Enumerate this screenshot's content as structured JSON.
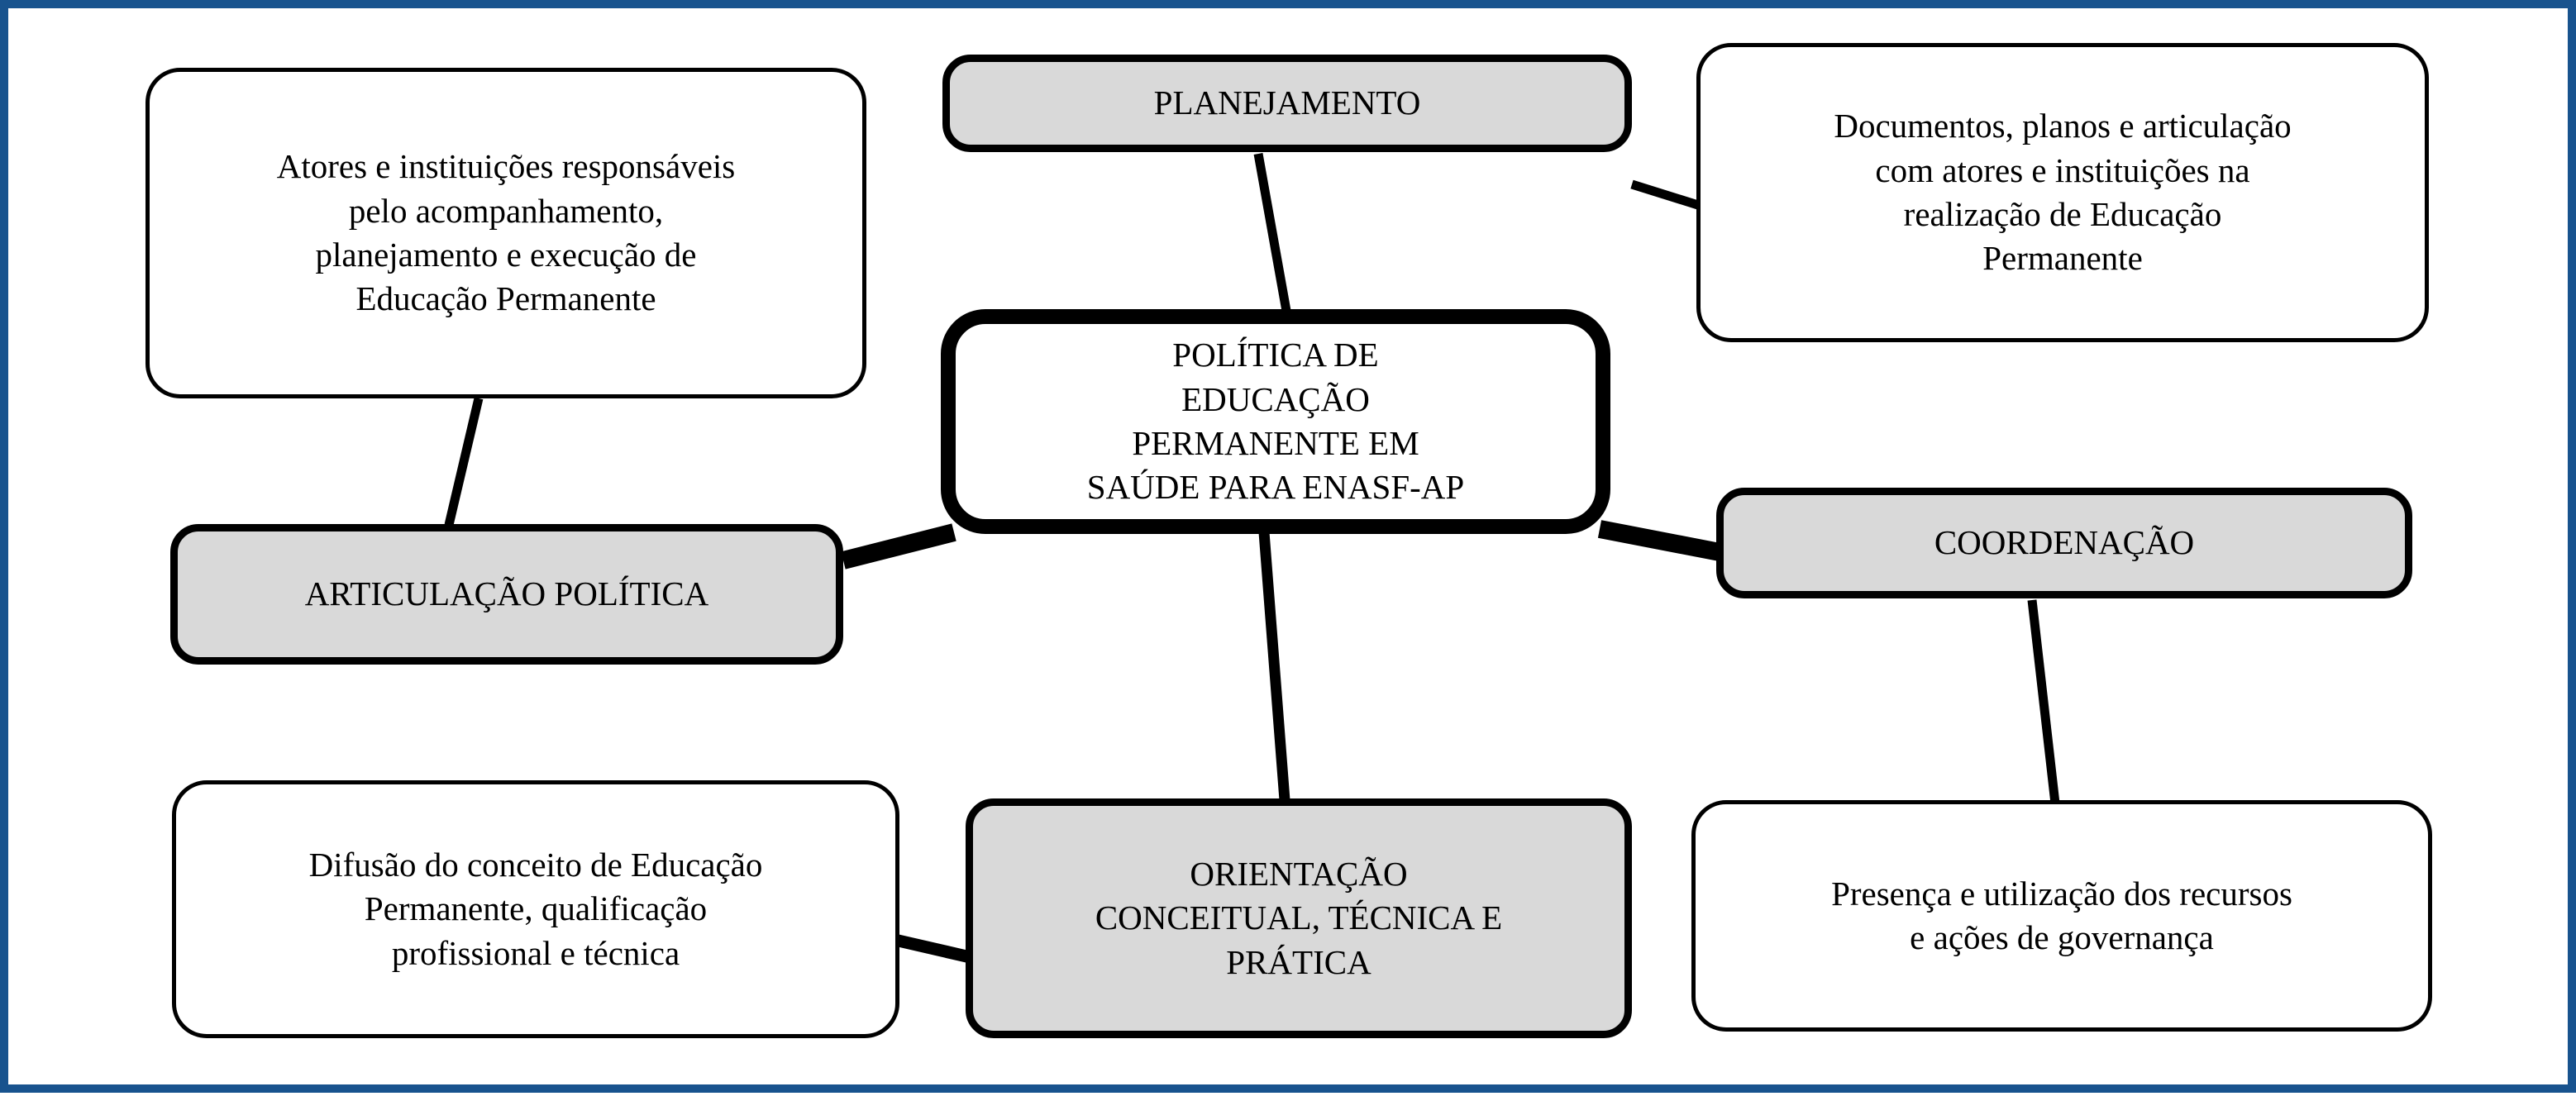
{
  "diagram": {
    "title_node": {
      "id": "politica",
      "label": "POLÍTICA DE\nEDUCAÇÃO\nPERMANENTE EM\nSAÚDE PARA ENASF-AP"
    },
    "frame_color": "#18538e",
    "fill_gray": "#d9d9d9",
    "fill_white": "#ffffff",
    "stroke_color": "#000000",
    "category_nodes": [
      {
        "id": "planejamento",
        "label": "PLANEJAMENTO"
      },
      {
        "id": "articulacao-politica",
        "label": "ARTICULAÇÃO POLÍTICA"
      },
      {
        "id": "coordenacao",
        "label": "COORDENAÇÃO"
      },
      {
        "id": "orientacao",
        "label": "ORIENTAÇÃO\nCONCEITUAL, TÉCNICA E\nPRÁTICA"
      }
    ],
    "description_nodes": [
      {
        "id": "atores",
        "label": "Atores e instituições responsáveis\npelo acompanhamento,\nplanejamento e execução de\nEducação Permanente"
      },
      {
        "id": "documentos",
        "label": "Documentos, planos e articulação\ncom atores e instituições na\nrealização de Educação\nPermanente"
      },
      {
        "id": "difusao",
        "label": "Difusão do conceito de Educação\nPermanente, qualificação\nprofissional e técnica"
      },
      {
        "id": "presenca",
        "label": "Presença e utilização dos recursos\ne ações de governança"
      }
    ],
    "connections": [
      {
        "from": "planejamento",
        "to": "politica",
        "style": "thin"
      },
      {
        "from": "planejamento",
        "to": "documentos",
        "style": "thin"
      },
      {
        "from": "politica",
        "to": "articulacao-politica",
        "style": "thick"
      },
      {
        "from": "politica",
        "to": "coordenacao",
        "style": "thick"
      },
      {
        "from": "politica",
        "to": "orientacao",
        "style": "thin"
      },
      {
        "from": "articulacao-politica",
        "to": "atores",
        "style": "thin"
      },
      {
        "from": "coordenacao",
        "to": "presenca",
        "style": "thin"
      },
      {
        "from": "orientacao",
        "to": "difusao",
        "style": "thick"
      }
    ]
  }
}
